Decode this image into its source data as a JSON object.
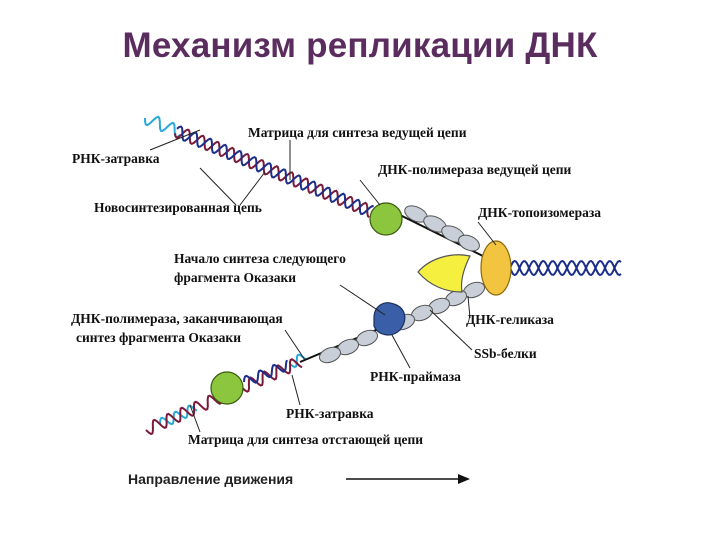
{
  "title": "Механизм репликации ДНК",
  "labels": {
    "leading_template": "Матрица для синтеза ведущей цепи",
    "rna_primer_top": "РНК-затравка",
    "leading_polymerase": "ДНК-полимераза ведущей цепи",
    "new_strand": "Новосинтезированная цепь",
    "topoisomerase": "ДНК-топоизомераза",
    "okazaki_start_1": "Начало синтеза следующего",
    "okazaki_start_2": "фрагмента Оказаки",
    "finishing_polymerase_1": "ДНК-полимераза, заканчивающая",
    "finishing_polymerase_2": "синтез фрагмента Оказаки",
    "helicase": "ДНК-геликаза",
    "ssb": "SSb-белки",
    "primase": "РНК-праймаза",
    "rna_primer_bottom": "РНК-затравка",
    "lagging_template": "Матрица для синтеза отстающей цепи"
  },
  "direction_label": "Направление движения",
  "colors": {
    "title": "#5a2d5e",
    "dna_strand": "#7a1a3a",
    "rna_primer": "#2aa8d8",
    "dna_blue": "#1c2e8a",
    "polymerase": "#8cc63f",
    "topoisomerase": "#f2c440",
    "helicase": "#f5f040",
    "primase": "#3a5fa8",
    "ssb": "#c8cfd8"
  }
}
